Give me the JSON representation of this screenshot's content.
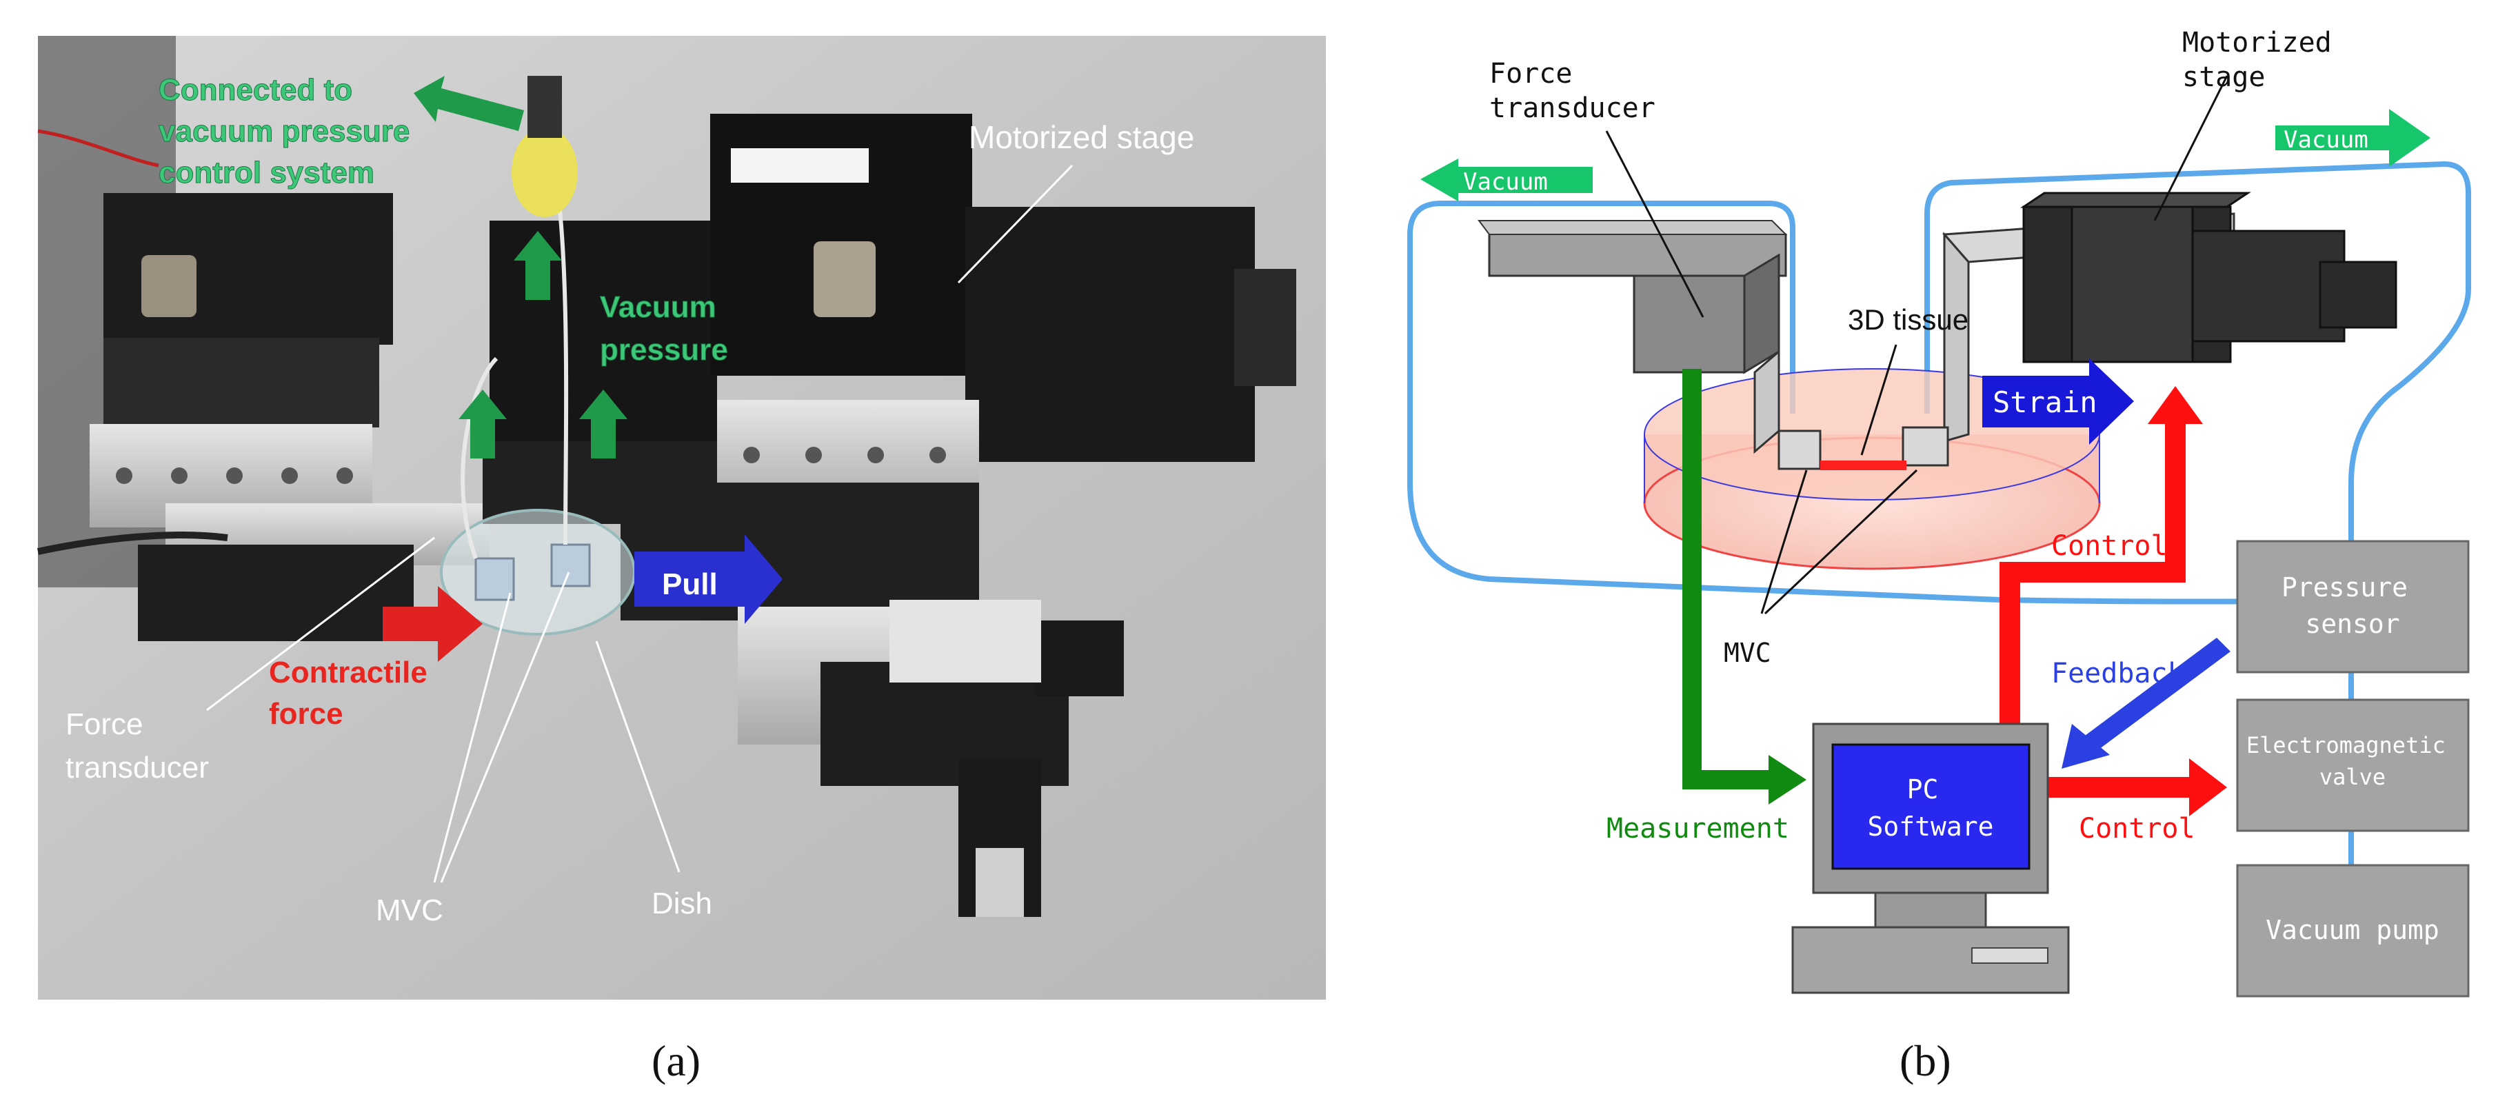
{
  "photo": {
    "panel_label": "(a)",
    "labels": {
      "connected": [
        "Connected to",
        "vacuum pressure",
        "control system"
      ],
      "motorized_stage": "Motorized stage",
      "vacuum_pressure": [
        "Vacuum",
        "pressure"
      ],
      "pull": "Pull",
      "contractile": [
        "Contractile",
        "force"
      ],
      "force_transducer": [
        "Force",
        "transducer"
      ],
      "mvc": "MVC",
      "dish": "Dish"
    },
    "colors": {
      "green_label": "#3cc878",
      "red_label": "#e8251e",
      "white_label": "#ffffff",
      "blue_arrow": "#2a2fd0"
    }
  },
  "schematic": {
    "panel_label": "(b)",
    "labels": {
      "force_transducer": [
        "Force",
        "transducer"
      ],
      "motorized_stage": [
        "Motorized",
        "stage"
      ],
      "vacuum_left": "Vacuum",
      "vacuum_right": "Vacuum",
      "tissue": "3D tissue",
      "strain": "Strain",
      "mvc": "MVC",
      "control_upper": "Control",
      "control_lower": "Control",
      "feedback": "Feedback",
      "measurement": "Measurement",
      "pc": [
        "PC",
        "Software"
      ],
      "pressure_sensor": [
        "Pressure",
        "sensor"
      ],
      "valve": [
        "Electromagnetic",
        "valve"
      ],
      "pump": "Vacuum pump"
    },
    "colors": {
      "vacuum_line": "#5ba8ea",
      "measurement": "#118a11",
      "control": "#ff1010",
      "feedback": "#2a40e0",
      "vacuum_arrow": "#17c66a",
      "strain_arrow": "#1818d8",
      "box_gray": "#a4a4a4",
      "screen_blue": "#2828ee"
    }
  }
}
